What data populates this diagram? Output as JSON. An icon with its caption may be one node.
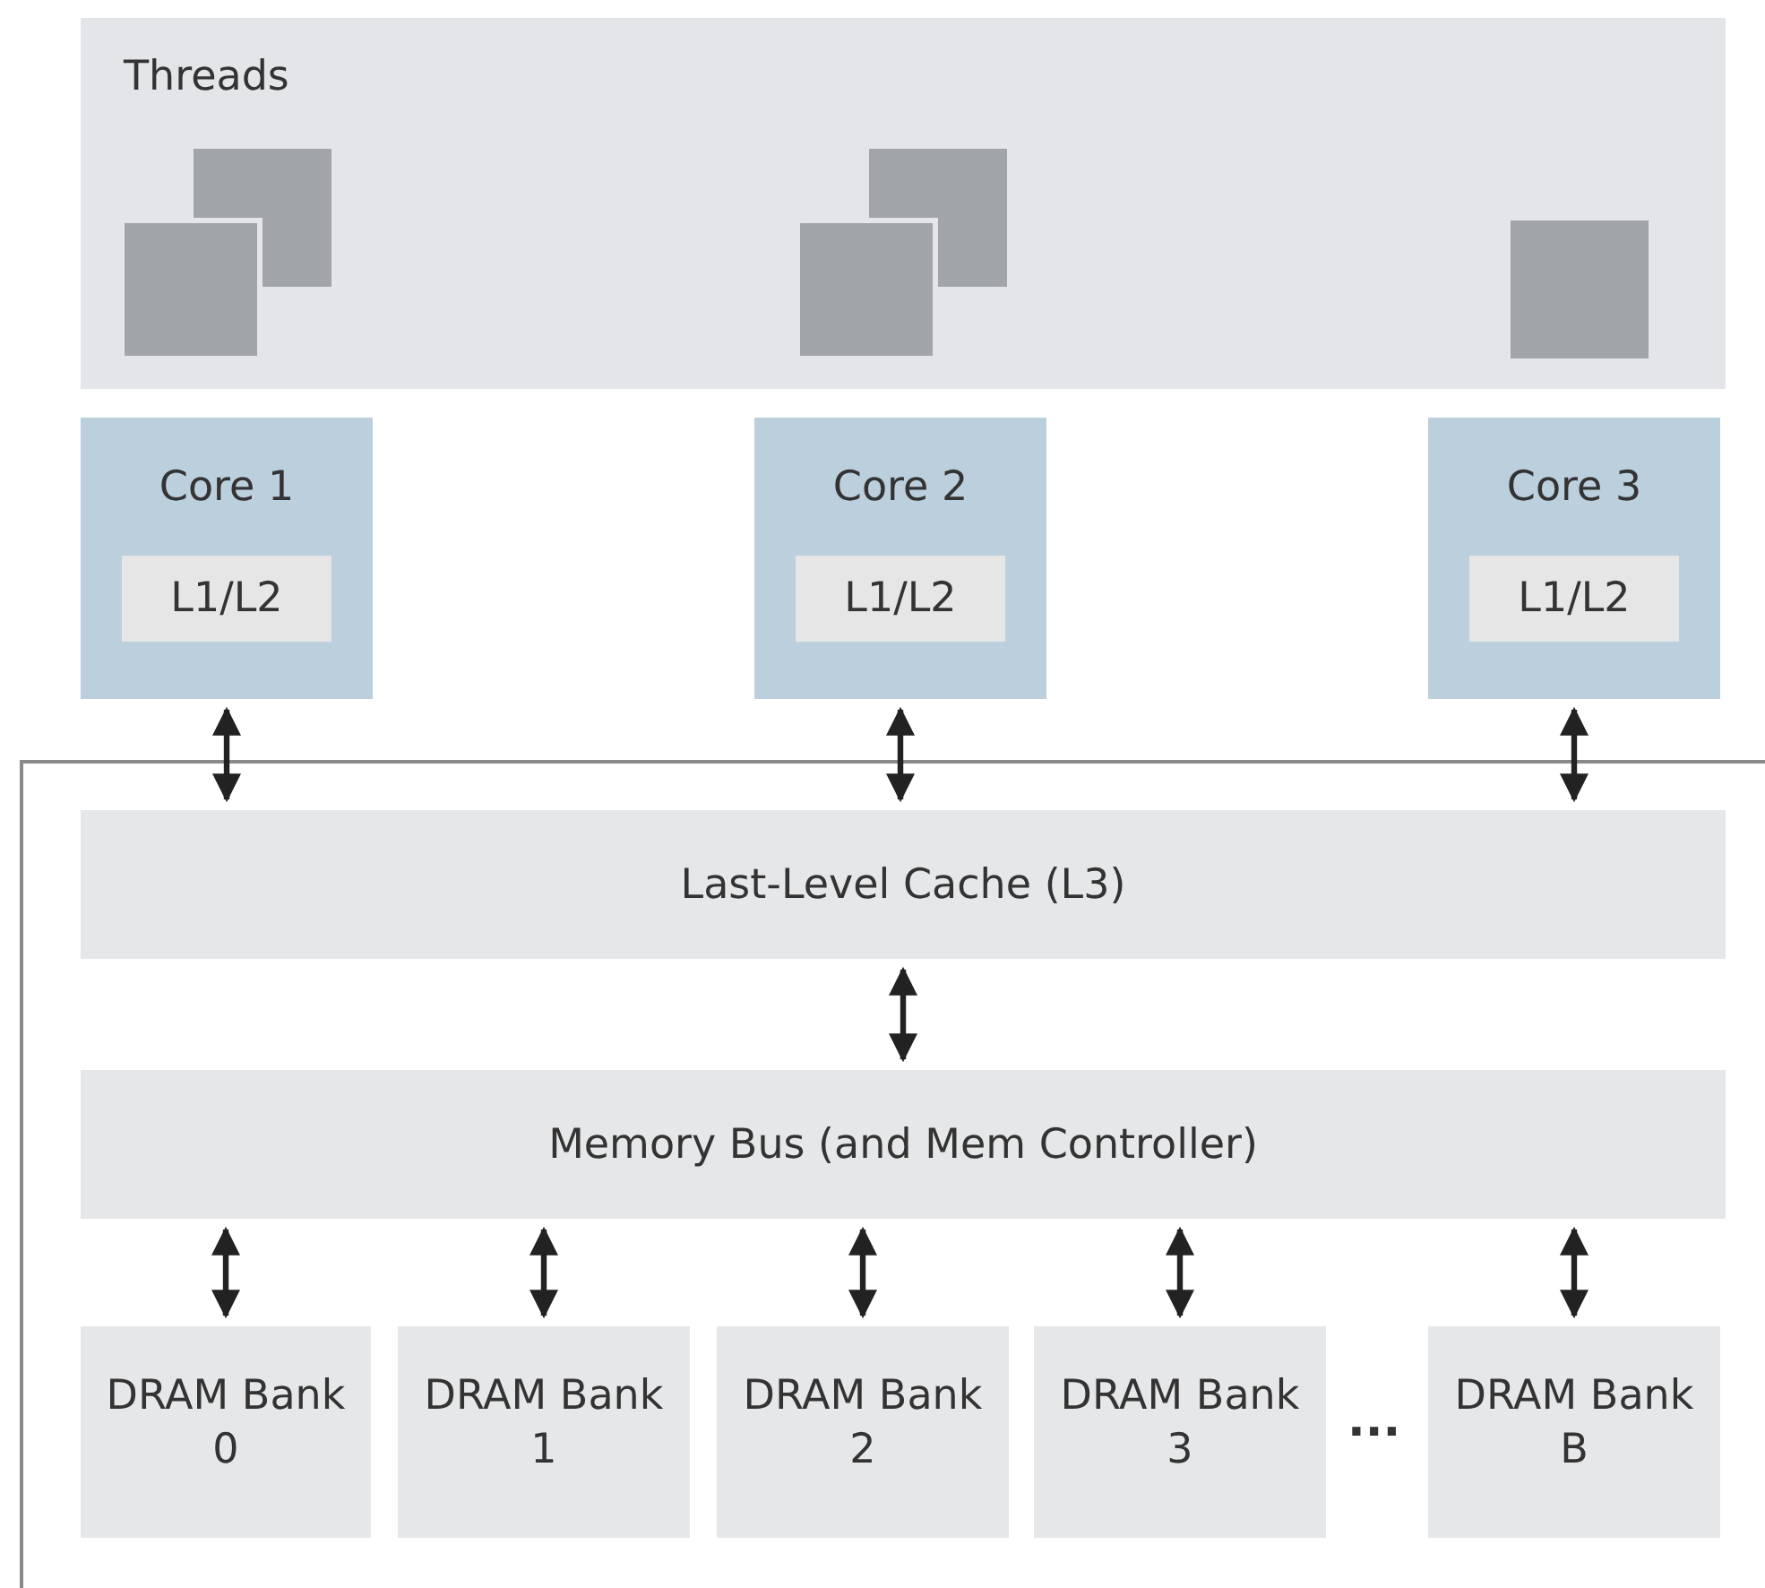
{
  "diagram": {
    "nodes": [
      {
        "text": [
          "Threads"
        ]
      },
      {
        "text": [
          "Core 1"
        ]
      },
      {
        "text": [
          "L1/L2"
        ],
        "in": 1
      },
      {
        "text": [
          "Core 2"
        ]
      },
      {
        "text": [
          "L1/L2"
        ],
        "in": 3
      },
      {
        "text": [
          "Core 3"
        ]
      },
      {
        "text": [
          "L1/L2"
        ],
        "in": 5
      },
      {
        "text": [
          "Last-Level Cache (L3)"
        ]
      },
      {
        "text": [
          "Memory Bus (and Mem Controller)"
        ]
      },
      {
        "text": [
          "DRAM Bank 0"
        ]
      },
      {
        "text": [
          "DRAM Bank 1"
        ]
      },
      {
        "text": [
          "DRAM Bank 2"
        ]
      },
      {
        "text": [
          "DRAM Bank 3"
        ]
      },
      {
        "text": [
          "DRAM Bank B"
        ]
      }
    ],
    "edges": [
      {
        "from": 1,
        "to": 7,
        "arrow": "both"
      },
      {
        "from": 3,
        "to": 7,
        "arrow": "both"
      },
      {
        "from": 5,
        "to": 7,
        "arrow": "both"
      },
      {
        "from": 7,
        "to": 8,
        "arrow": "both"
      },
      {
        "from": 8,
        "to": 9,
        "arrow": "both"
      },
      {
        "from": 8,
        "to": 10,
        "arrow": "both"
      },
      {
        "from": 8,
        "to": 11,
        "arrow": "both"
      },
      {
        "from": 8,
        "to": 12,
        "arrow": "both"
      },
      {
        "from": 8,
        "to": 13,
        "arrow": "both"
      }
    ],
    "labels": [
      "..."
    ]
  }
}
